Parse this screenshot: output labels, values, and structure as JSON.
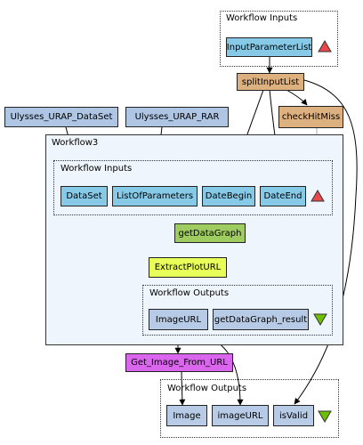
{
  "workflow_inputs_top": {
    "label": "Workflow Inputs",
    "ports": [
      "InputParameterList"
    ]
  },
  "processors": {
    "split": "splitInputList",
    "check": "checkHitMiss",
    "dataset_src": "Ulysses_URAP_DataSet",
    "rar_src": "Ulysses_URAP_RAR",
    "get_data_graph": "getDataGraph",
    "extract_plot_url": "ExtractPlotURL",
    "get_image": "Get_Image_From_URL"
  },
  "workflow3": {
    "label": "Workflow3",
    "inputs": {
      "label": "Workflow Inputs",
      "ports": [
        "DataSet",
        "ListOfParameters",
        "DateBegin",
        "DateEnd"
      ]
    },
    "outputs": {
      "label": "Workflow Outputs",
      "ports": [
        "ImageURL",
        "getDataGraph_result"
      ]
    }
  },
  "workflow_outputs_bottom": {
    "label": "Workflow Outputs",
    "ports": [
      "Image",
      "imageURL",
      "isValid"
    ]
  },
  "colors": {
    "input_port": "#86CAE8",
    "output_port": "#B7CBE6",
    "source": "#AEC5E3",
    "shim": "#DDB07F",
    "service_green": "#9FCC60",
    "service_yellow": "#E9FF59",
    "service_magenta": "#DA66EE",
    "triangle_red": "#E8474B",
    "triangle_green": "#6CC000"
  },
  "icons": {
    "inputs_marker": "red-up-triangle-icon",
    "outputs_marker": "green-down-triangle-icon"
  }
}
